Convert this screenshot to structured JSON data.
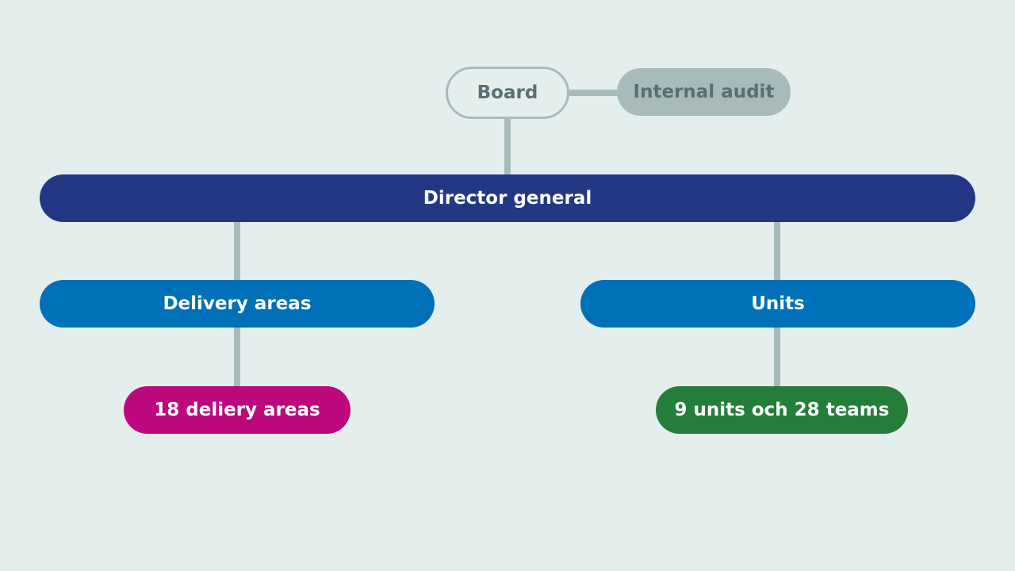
{
  "colors": {
    "background": "#e4eeed",
    "connector": "#a7bbbb",
    "board_text": "#5a6f73",
    "audit_fill": "#a7bbbb",
    "director_general_fill": "#223885",
    "level_two_fill": "#0070b8",
    "delivery_count_fill": "#bd087d",
    "units_count_fill": "#247e3a"
  },
  "org_chart": {
    "board": "Board",
    "internal_audit": "Internal audit",
    "director_general": "Director general",
    "delivery_areas": "Delivery areas",
    "units": "Units",
    "delivery_areas_count": "18 deliery areas",
    "units_count": "9 units och 28 teams"
  }
}
